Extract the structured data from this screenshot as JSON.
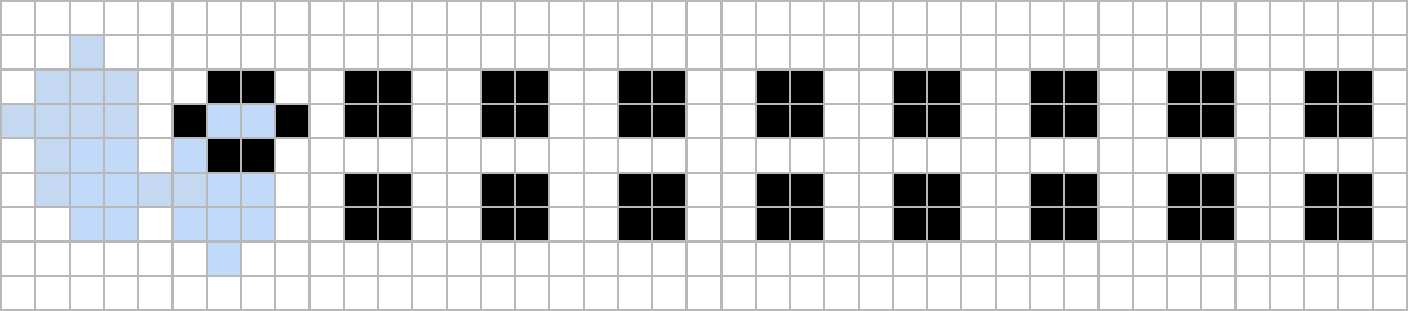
{
  "grid": {
    "cols": 41,
    "rows": 9,
    "palette": {
      "0": "#ffffff",
      "1": "#000000",
      "2": "#c5d8f2",
      "3": "#c1dafa"
    },
    "gridline_color": "#b8b8b8",
    "cells": [
      "00000000000000000000000000000000000000000",
      "00200000000000000000000000000000000000000",
      "02220011001100110011001100110011001100110",
      "22220133101100110011001100110011001100110",
      "02330311000000000000000000000000000000000",
      "02332233001100110011001100110011001100110",
      "00330333001100110011001100110011001100110",
      "00000030000000000000000000000000000000000",
      "00000000000000000000000000000000000000000"
    ]
  }
}
